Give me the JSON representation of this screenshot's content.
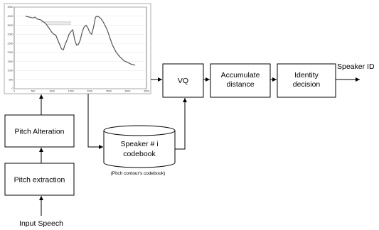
{
  "nodes": {
    "pitch_extraction": "Pitch extraction",
    "pitch_alteration": "Pitch Alteration",
    "vq": "VQ",
    "accumulate": [
      "Accumulate",
      "distance"
    ],
    "identity": [
      "Identity",
      "decision"
    ],
    "codebook": [
      "Speaker # i",
      "codebook"
    ]
  },
  "labels": {
    "input": "Input Speech",
    "output": "Speaker ID",
    "codebook_caption": "(Pitch contour's codebook)"
  },
  "contour_plot": {
    "type": "line",
    "y_ticks": [
      "4500",
      "4000",
      "3500",
      "3000",
      "2500",
      "2000",
      "1500",
      "1000",
      "500",
      "0"
    ],
    "x_ticks": [
      "0",
      "500",
      "1000",
      "1500",
      "2000",
      "2500",
      "3000",
      "3500"
    ],
    "ylim": [
      0,
      4500
    ],
    "xlim": [
      0,
      3500
    ],
    "x": [
      300,
      400,
      500,
      550,
      600,
      700,
      800,
      850,
      900,
      950,
      1000,
      1050,
      1100,
      1150,
      1200,
      1250,
      1300,
      1350,
      1400,
      1450,
      1500,
      1550,
      1600,
      1650,
      1700,
      1750,
      1800,
      1850,
      1900,
      1950,
      2000,
      2050,
      2100,
      2150,
      2200,
      2250,
      2300,
      2350,
      2400,
      2450,
      2500,
      2550,
      2600,
      2700,
      2800,
      2900,
      3000,
      3100,
      3200
    ],
    "y": [
      4000,
      3950,
      3900,
      3950,
      3850,
      3800,
      3650,
      3550,
      3400,
      3250,
      3100,
      3000,
      2950,
      2700,
      2450,
      2200,
      2150,
      2450,
      2700,
      3000,
      3150,
      3250,
      2700,
      2400,
      2450,
      2700,
      3150,
      3400,
      3500,
      3350,
      3100,
      3000,
      3400,
      3950,
      4000,
      3950,
      3850,
      3700,
      3500,
      3300,
      3000,
      2700,
      2400,
      2000,
      1750,
      1550,
      1450,
      1350,
      1300
    ]
  }
}
